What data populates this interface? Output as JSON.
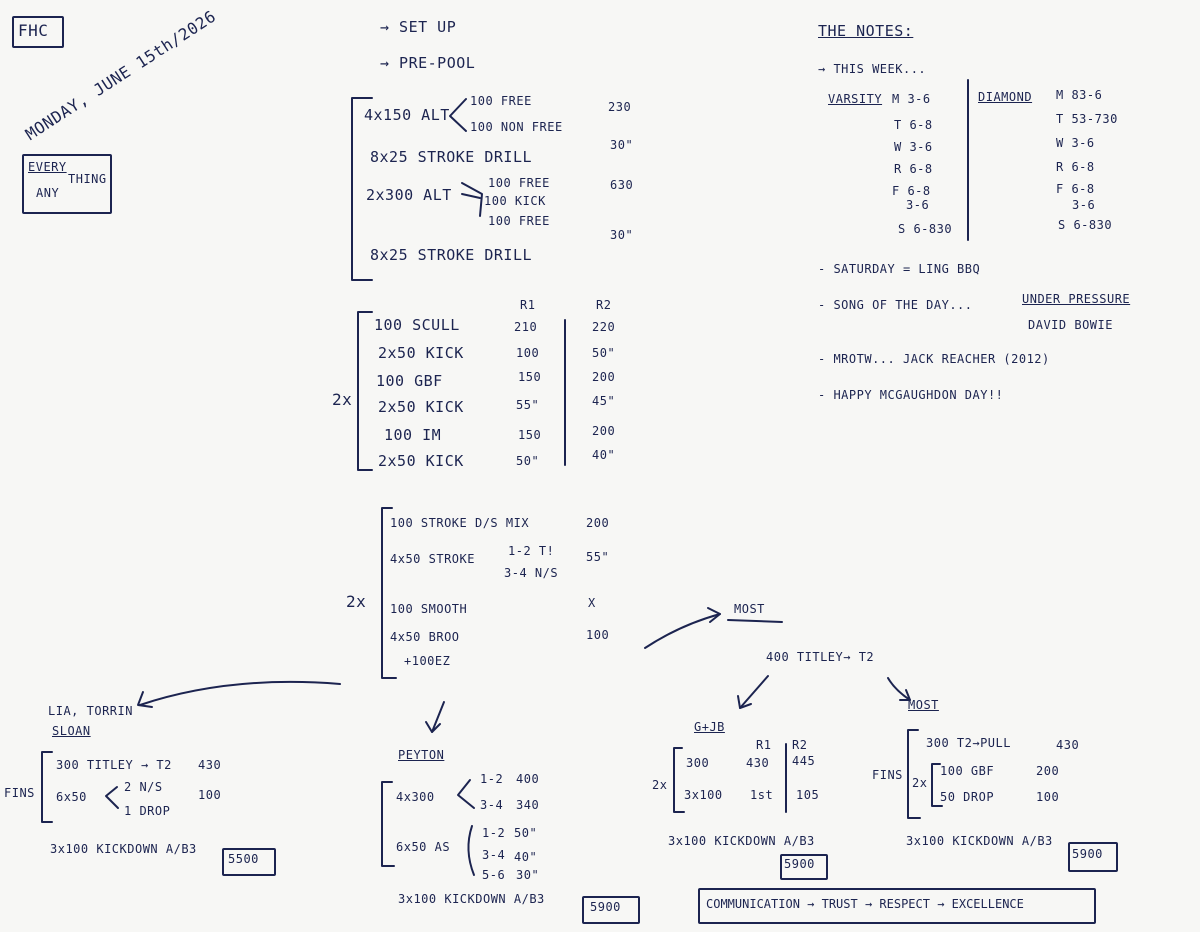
{
  "header": {
    "fhc": "FHC",
    "date": "MONDAY, JUNE 15th/2026",
    "every": "EVERY",
    "any": "ANY",
    "thing": "THING"
  },
  "prelims": {
    "setup": "→ SET UP",
    "prepool": "→ PRE-POOL"
  },
  "warmup": [
    {
      "item": "4x150 ALT",
      "interval": "230"
    },
    {
      "item": "100 FREE",
      "interval": ""
    },
    {
      "item": "100 NON FREE",
      "interval": ""
    },
    {
      "item": "8x25 STROKE DRILL",
      "interval": "30\""
    },
    {
      "item": "2x300 ALT",
      "interval": "630"
    },
    {
      "item": "100 FREE",
      "interval": ""
    },
    {
      "item": "100 KICK",
      "interval": ""
    },
    {
      "item": "100 FREE",
      "interval": ""
    },
    {
      "item": "",
      "interval": "30\""
    },
    {
      "item": "8x25 STROKE DRILL",
      "interval": ""
    }
  ],
  "set1": {
    "reps": "2x",
    "head_r1": "R1",
    "head_r2": "R2",
    "rows": [
      {
        "item": "100 SCULL",
        "r1": "210",
        "r2": "220"
      },
      {
        "item": "2x50 KICK",
        "r1": "100",
        "r2": "50\""
      },
      {
        "item": "100 GBF",
        "r1": "150",
        "r2": "200"
      },
      {
        "item": "2x50 KICK",
        "r1": "55\"",
        "r2": "45\""
      },
      {
        "item": "100 IM",
        "r1": "150",
        "r2": "200"
      },
      {
        "item": "2x50 KICK",
        "r1": "50\"",
        "r2": "40\""
      }
    ]
  },
  "set2": {
    "reps": "2x",
    "rows": [
      {
        "item": "100 STROKE D/S MIX",
        "interval": "200"
      },
      {
        "item": "4x50 STROKE",
        "interval": "55\""
      },
      {
        "item": "1-2 T!",
        "interval": ""
      },
      {
        "item": "3-4 N/S",
        "interval": ""
      },
      {
        "item": "100 SMOOTH",
        "interval": "X"
      },
      {
        "item": "4x50 BROO",
        "interval": "100"
      },
      {
        "item": "+100EZ",
        "interval": ""
      }
    ]
  },
  "notes": {
    "title": "THE NOTES:",
    "this_week": "→ THIS WEEK...",
    "varsity": "VARSITY",
    "diamond": "DIAMOND",
    "varsity_sched": [
      "M 3-6",
      "T 6-8",
      "W 3-6",
      "R 6-8",
      "F 6-8",
      "3-6",
      "S 6-830"
    ],
    "diamond_sched": [
      "M 83-6",
      "T 53-730",
      "W 3-6",
      "R 6-8",
      "F 6-8",
      "3-6",
      "S 6-830"
    ],
    "saturday": "- SATURDAY = LING BBQ",
    "song": "- SONG OF THE DAY...",
    "song_title": "UNDER PRESSURE",
    "song_artist": "DAVID BOWIE",
    "mrotw": "- MROTW... JACK REACHER (2012)",
    "happy": "- HAPPY MCGAUGHDON DAY!!"
  },
  "most_branch": {
    "most": "MOST",
    "main": "400 TITLEY→ T2"
  },
  "group_a": {
    "title": "LIA, TORRIN",
    "subtitle": "SLOAN",
    "line1": "300 TITLEY → T2",
    "line1_val": "430",
    "fins": "FINS",
    "line2": "6x50",
    "line2a": "2 N/S",
    "line2b": "1 DROP",
    "line2_val": "100",
    "kick": "3x100 KICKDOWN A/B3",
    "total": "5500"
  },
  "group_b": {
    "title": "PEYTON",
    "line1": "4x300",
    "line1a": "1-2",
    "line1a_val": "400",
    "line1b": "3-4",
    "line1b_val": "340",
    "line2": "6x50 AS",
    "l2a": "1-2",
    "l2a_val": "50\"",
    "l2b": "3-4",
    "l2b_val": "40\"",
    "l2c": "5-6",
    "l2c_val": "30\"",
    "kick": "3x100 KICKDOWN A/B3",
    "total": "5900"
  },
  "group_c": {
    "title": "G+JB",
    "reps": "2x",
    "r1": "R1",
    "r2": "R2",
    "row1": "300",
    "row1_r1": "430",
    "row1_r2": "445",
    "row2": "3x100",
    "row2_r1": "1st",
    "row2_r2": "105",
    "kick": "3x100 KICKDOWN A/B3",
    "total": "5900"
  },
  "group_d": {
    "title": "MOST",
    "line1": "300 T2→PULL",
    "line1_val": "430",
    "fins": "FINS",
    "reps": "2x",
    "row1": "100 GBF",
    "row1_val": "200",
    "row2": "50 DROP",
    "row2_val": "100",
    "kick": "3x100 KICKDOWN A/B3",
    "total": "5900"
  },
  "footer": {
    "motto": "COMMUNICATION → TRUST → RESPECT → EXCELLENCE"
  }
}
